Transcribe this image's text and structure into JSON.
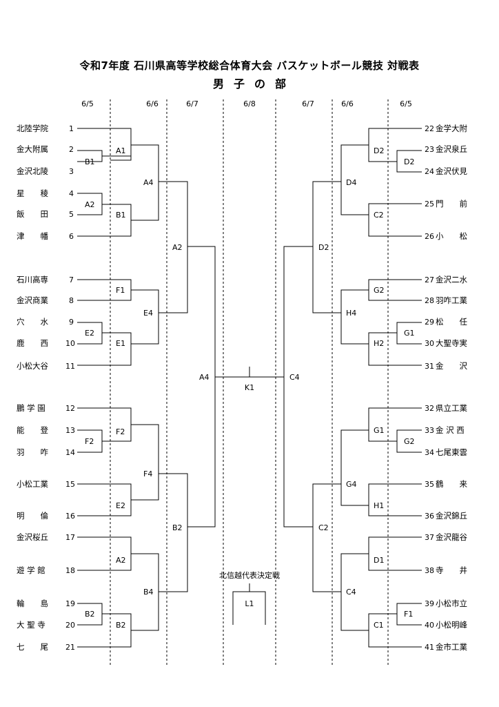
{
  "title": "令和7年度 石川県高等学校総合体育大会 バスケットボール競技 対戦表",
  "subtitle": "男子の部",
  "dates": [
    "6/5",
    "6/6",
    "6/7",
    "6/8",
    "6/7",
    "6/6",
    "6/5"
  ],
  "left_teams": [
    {
      "seed": "1",
      "name": "北陸学院"
    },
    {
      "seed": "2",
      "name": "金大附属"
    },
    {
      "seed": "3",
      "name": "金沢北陵"
    },
    {
      "seed": "4",
      "name": "星　　稜"
    },
    {
      "seed": "5",
      "name": "飯　　田"
    },
    {
      "seed": "6",
      "name": "津　　幡"
    },
    {
      "seed": "7",
      "name": "石川高専"
    },
    {
      "seed": "8",
      "name": "金沢商業"
    },
    {
      "seed": "9",
      "name": "穴　　水"
    },
    {
      "seed": "10",
      "name": "鹿　　西"
    },
    {
      "seed": "11",
      "name": "小松大谷"
    },
    {
      "seed": "12",
      "name": "鵬 学 園"
    },
    {
      "seed": "13",
      "name": "能　　登"
    },
    {
      "seed": "14",
      "name": "羽　　咋"
    },
    {
      "seed": "15",
      "name": "小松工業"
    },
    {
      "seed": "16",
      "name": "明　　倫"
    },
    {
      "seed": "17",
      "name": "金沢桜丘"
    },
    {
      "seed": "18",
      "name": "遊 学 館"
    },
    {
      "seed": "19",
      "name": "輪　　島"
    },
    {
      "seed": "20",
      "name": "大 聖 寺"
    },
    {
      "seed": "21",
      "name": "七　　尾"
    }
  ],
  "right_teams": [
    {
      "seed": "22",
      "name": "金学大附"
    },
    {
      "seed": "23",
      "name": "金沢泉丘"
    },
    {
      "seed": "24",
      "name": "金沢伏見"
    },
    {
      "seed": "25",
      "name": "門　　前"
    },
    {
      "seed": "26",
      "name": "小　　松"
    },
    {
      "seed": "27",
      "name": "金沢二水"
    },
    {
      "seed": "28",
      "name": "羽咋工業"
    },
    {
      "seed": "29",
      "name": "松　　任"
    },
    {
      "seed": "30",
      "name": "大聖寺実"
    },
    {
      "seed": "31",
      "name": "金　　沢"
    },
    {
      "seed": "32",
      "name": "県立工業"
    },
    {
      "seed": "33",
      "name": "金 沢 西"
    },
    {
      "seed": "34",
      "name": "七尾東雲"
    },
    {
      "seed": "35",
      "name": "鶴　　来"
    },
    {
      "seed": "36",
      "name": "金沢錦丘"
    },
    {
      "seed": "37",
      "name": "金沢龍谷"
    },
    {
      "seed": "38",
      "name": "寺　　井"
    },
    {
      "seed": "39",
      "name": "小松市立"
    },
    {
      "seed": "40",
      "name": "小松明峰"
    },
    {
      "seed": "41",
      "name": "金市工業"
    }
  ],
  "match_labels": {
    "left": [
      "A1",
      "B1",
      "A2",
      "B1",
      "A4",
      "A2",
      "F1",
      "E2",
      "E1",
      "E4",
      "A4",
      "F2",
      "F2",
      "E2",
      "F4",
      "A2",
      "B2",
      "B2",
      "B4",
      "B2"
    ],
    "right": [
      "D2",
      "D2",
      "C2",
      "D4",
      "D2",
      "G2",
      "G1",
      "H2",
      "H4",
      "C4",
      "G1",
      "G2",
      "G4",
      "H1",
      "D1",
      "F1",
      "C1",
      "C4",
      "C2"
    ],
    "final": "K1",
    "playoff": "L1"
  },
  "playoff_title": "北信越代表決定戦"
}
